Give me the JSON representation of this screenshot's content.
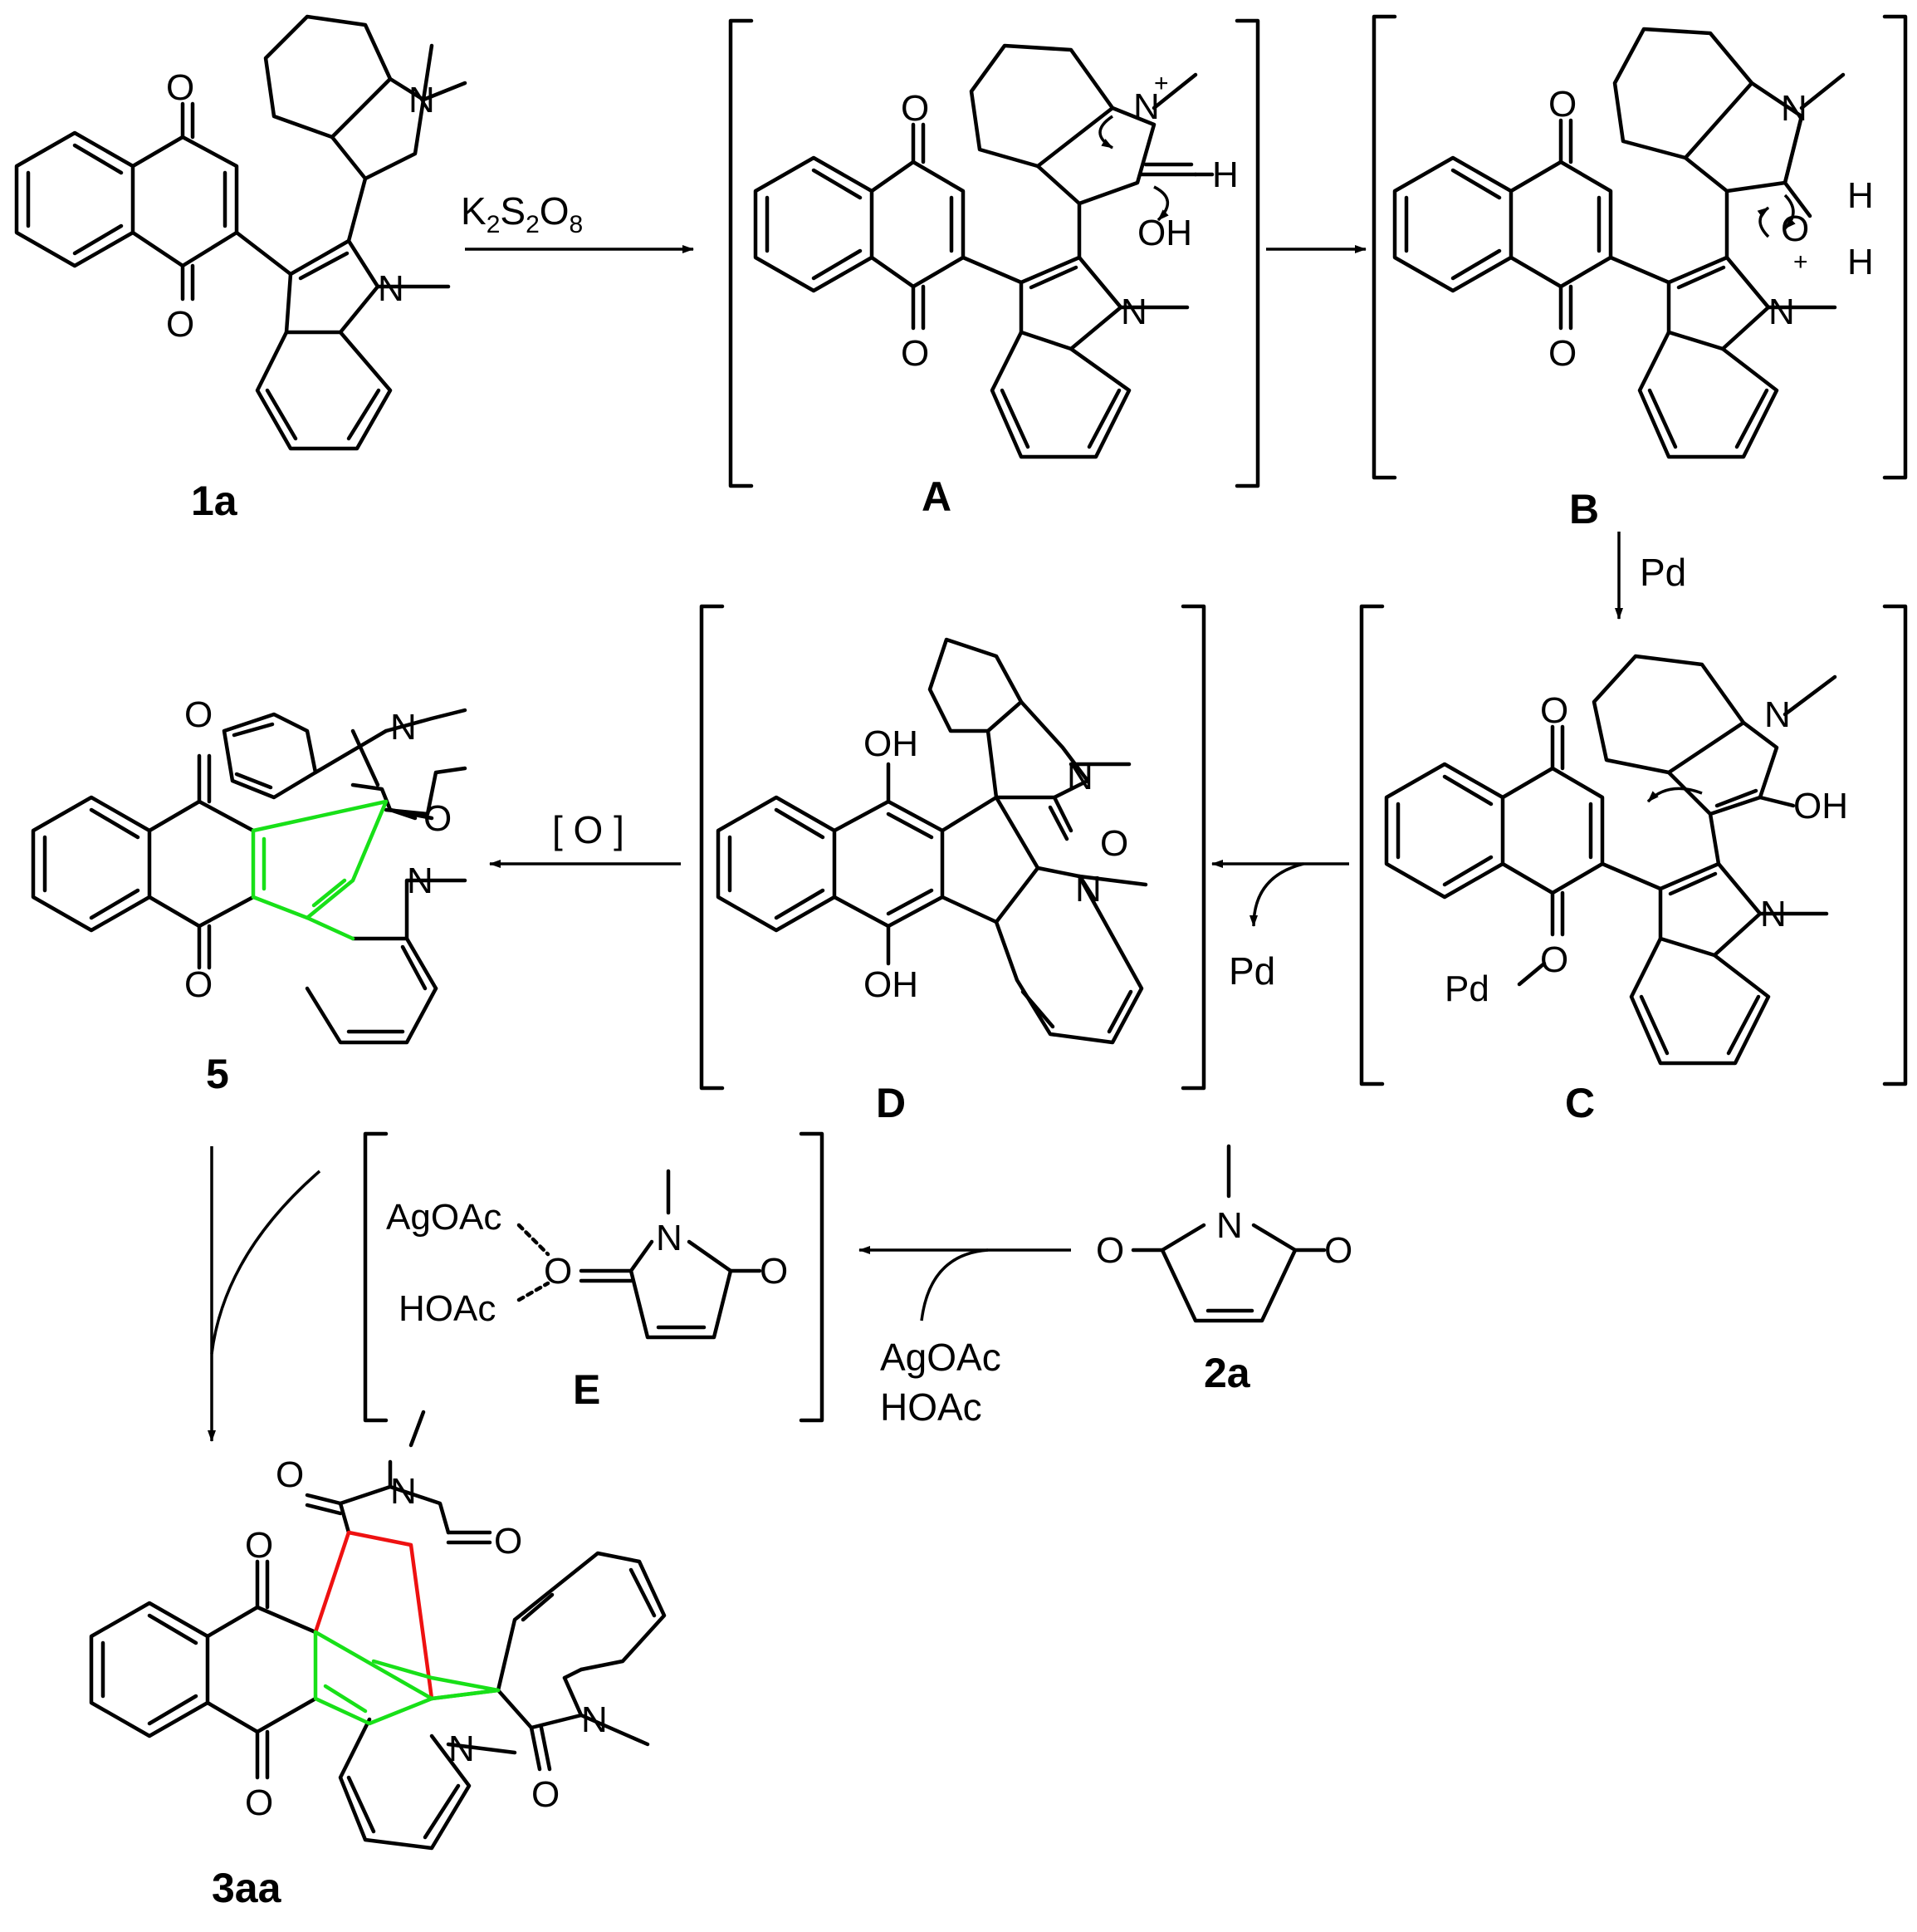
{
  "compounds": {
    "c1a": "1a",
    "cA": "A",
    "cB": "B",
    "cC": "C",
    "cD": "D",
    "c5": "5",
    "cE": "E",
    "c2a": "2a",
    "c3aa": "3aa"
  },
  "reagents": {
    "k2s2o8_k": "K",
    "k2s2o8_2a": "2",
    "k2s2o8_s": "S",
    "k2s2o8_2b": "2",
    "k2s2o8_o": "O",
    "k2s2o8_8": "8",
    "pd_down": "Pd",
    "pd_release": "Pd",
    "oxidation": "[ O ]",
    "agoac": "AgOAc",
    "hoac": "HOAc"
  },
  "atoms": {
    "O": "O",
    "N": "N",
    "OH": "OH",
    "H": "H",
    "Pd": "Pd",
    "plus": "+",
    "AgOAc": "AgOAc",
    "HOAc": "HOAc"
  }
}
